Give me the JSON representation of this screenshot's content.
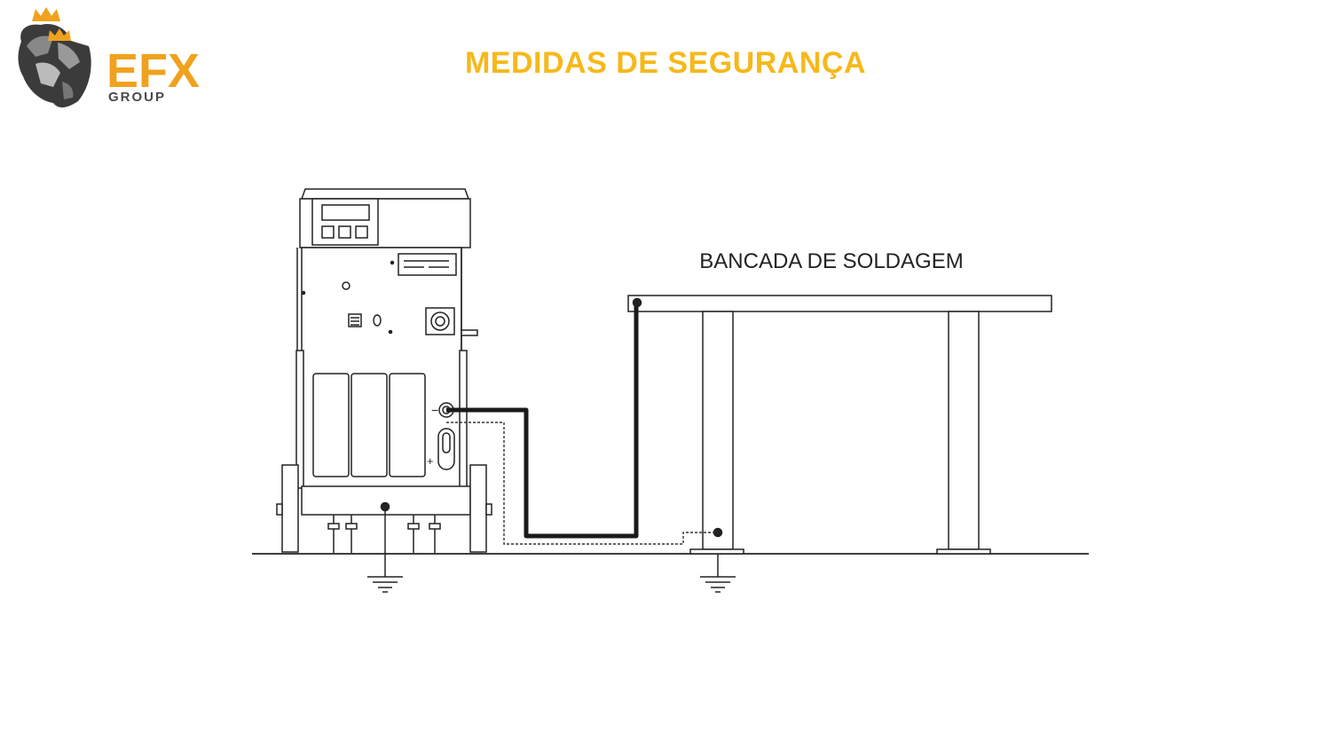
{
  "header": {
    "title": "MEDIDAS DE SEGURANÇA"
  },
  "logo": {
    "brand": "EFX",
    "subtitle": "GROUP",
    "icon": "lion-crown-icon"
  },
  "diagram": {
    "bench_label": "BANCADA DE SOLDAGEM",
    "terminal_minus": "−",
    "terminal_plus": "+"
  },
  "colors": {
    "accent": "#F6B81B",
    "line": "#222222",
    "cable": "#1a1a1a",
    "logo_orange": "#F0A21E",
    "logo_gray": "#4a4a4a"
  }
}
